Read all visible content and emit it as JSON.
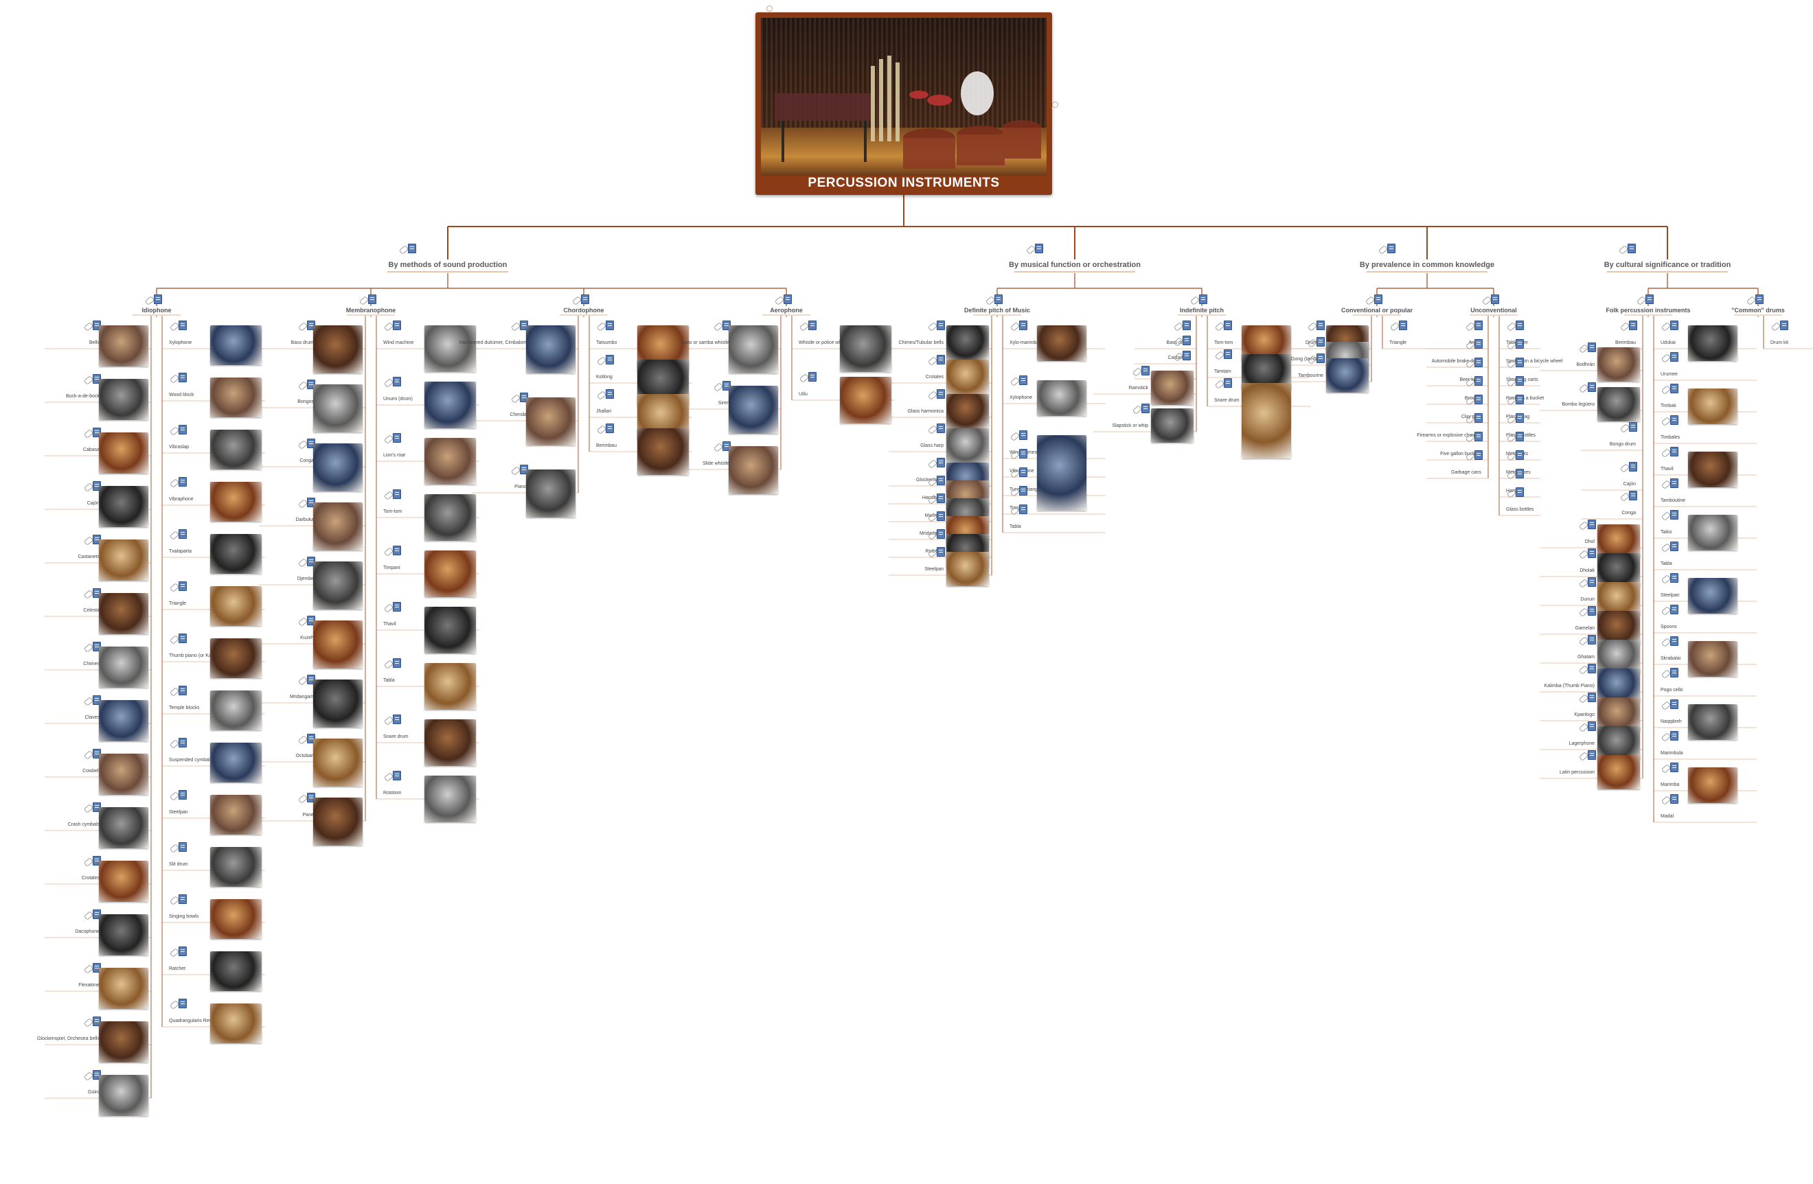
{
  "root": {
    "title": "PERCUSSION INSTRUMENTS"
  },
  "categories": [
    {
      "label": "By methods of sound production",
      "subcategories": [
        {
          "label": "Idiophone",
          "left": [
            "Bells",
            "Buck-a-de-bock",
            "Cabasa",
            "Cajón",
            "Castanets",
            "Celesta",
            "Chimes",
            "Claves",
            "Cowbell",
            "Crash cymbals",
            "Crotales",
            "Dacophone",
            "Flexatone",
            "Glockenspiel, Orchestra bells",
            "Güiro"
          ],
          "right": [
            "Xylophone",
            "Wood block",
            "Vibraslap",
            "Vibraphone",
            "Txalaparta",
            "Triangle",
            "Thumb piano (or Kalimba)",
            "Temple blocks",
            "Suspended cymbal",
            "Steelpan",
            "Slit drum",
            "Singing bowls",
            "Ratchet",
            "Quadrangularis Reversum"
          ]
        },
        {
          "label": "Membranophone",
          "left": [
            "Bass drum",
            "Bongos",
            "Conga",
            "Darbuka",
            "Djembe",
            "Kuzeh",
            "Mridangam",
            "Octoban",
            "Pane"
          ],
          "right": [
            "Wind machine",
            "Unumi (drum)",
            "Lion's roar",
            "Tom-tom",
            "Timpani",
            "Thavil",
            "Tabla",
            "Snare drum",
            "Rototom"
          ]
        },
        {
          "label": "Chordophone",
          "left": [
            "Hammered dulcimer, Cimbalom",
            "Chenda",
            "Piano"
          ],
          "right": [
            "Tatsumbo",
            "Kotlong",
            "Jhallari",
            "Berimbau"
          ]
        },
        {
          "label": "Aerophone",
          "left": [
            "Apito or samba whistle",
            "Siren",
            "Slide whistle"
          ],
          "right": [
            "Whistle or police whistle",
            "Udu"
          ]
        }
      ]
    },
    {
      "label": "By musical function or orchestration",
      "subcategories": [
        {
          "label": "Definite pitch of Music",
          "left": [
            "Chimes/Tubular bells",
            "Crotales",
            "Glass harmonica",
            "Glass harp",
            "Glockenspiel",
            "Handbells",
            "Marimba",
            "Mridangam",
            "Rototom",
            "Steelpan"
          ],
          "right": [
            "Xylo-marimba",
            "Xylophone",
            "Wind chimes",
            "Vibraphone",
            "Tuned Triangle",
            "Timpani",
            "Tabla"
          ]
        },
        {
          "label": "Indefinite pitch",
          "left": [
            "Bass drum",
            "Castanets",
            "Cymbals",
            "Rainstick",
            "Slapstick or whip"
          ],
          "right": [
            "Tom-tom",
            "Tamtam",
            "Snare drum"
          ]
        }
      ]
    },
    {
      "label": "By prevalence in common knowledge",
      "subcategories": [
        {
          "label": "Conventional or popular",
          "left": [
            "Drum kit",
            "Gong (tamtam)",
            "Tambourine"
          ],
          "right": [
            "Triangle"
          ]
        },
        {
          "label": "Unconventional",
          "left": [
            "Anvils",
            "Automobile brake drum",
            "Beer kegs",
            "Brooms",
            "Clay pots",
            "Firearms or explosive charges",
            "Five gallon buckets",
            "Garbage cans"
          ],
          "right": [
            "Tableware",
            "Spokes on a bicycle wheel",
            "Shopping carts",
            "Rocks in a bucket",
            "Plastic bag",
            "Plastic bottles",
            "Metal pots",
            "Metal pipes",
            "Hammer",
            "Glass bottles"
          ]
        }
      ]
    },
    {
      "label": "By cultural significance or tradition",
      "subcategories": [
        {
          "label": "Folk percussion instruments",
          "left": [
            "Berimbau",
            "Bodhrán",
            "Bombo legüero",
            "Bongo drum",
            "Cajón",
            "Conga",
            "Dhol",
            "Dholak",
            "Dunun",
            "Gamelan",
            "Ghatam",
            "Kalimba (Thumb Piano)",
            "Kpanlogo",
            "Lagerphone",
            "Latin percussion"
          ],
          "right": [
            "Udukai",
            "Urumee",
            "Timbak",
            "Timbales",
            "Thavil",
            "Tamboutine",
            "Taiko",
            "Tabla",
            "Steelpan",
            "Spoons",
            "Skrabalai",
            "Pogo cello",
            "Naqqāreh",
            "Marimbula",
            "Marimba",
            "Madal"
          ]
        },
        {
          "label": "\"Common\" drums",
          "left": [],
          "right": [
            "Drum kit"
          ]
        }
      ]
    }
  ],
  "colors": {
    "accent": "#8a3a15",
    "line": "#a0471e",
    "branch": "#e0b090",
    "note_icon": "#5a7fb8"
  },
  "icons": [
    "note-icon",
    "attachment-icon"
  ]
}
